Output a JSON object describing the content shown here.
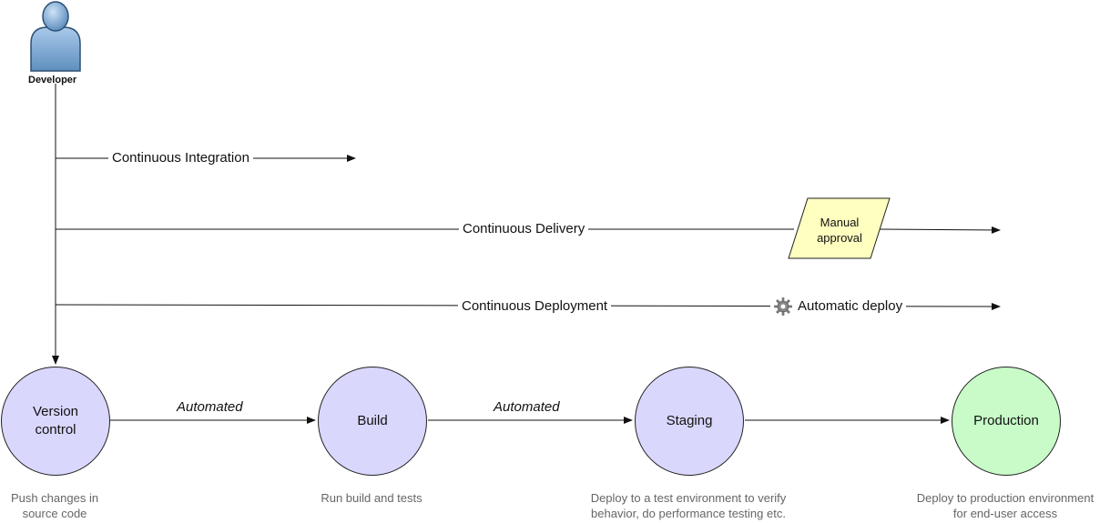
{
  "actor": {
    "label": "Developer",
    "icon": "person-icon"
  },
  "flows": {
    "integration": "Continuous Integration",
    "delivery": "Continuous Delivery",
    "deployment": "Continuous Deployment"
  },
  "manual_approval": {
    "line1": "Manual",
    "line2": "approval",
    "color": "#ffffc0"
  },
  "automatic_deploy": {
    "label": "Automatic deploy",
    "icon": "gear-icon"
  },
  "edges": {
    "automated_1": "Automated",
    "automated_2": "Automated"
  },
  "stages": [
    {
      "line1": "Version",
      "line2": "control",
      "desc1": "Push changes in",
      "desc2": "source code",
      "color": "#d9d7fc"
    },
    {
      "line1": "Build",
      "line2": "",
      "desc1": "Run build and tests",
      "desc2": "",
      "color": "#d9d7fc"
    },
    {
      "line1": "Staging",
      "line2": "",
      "desc1": "Deploy to a test environment to verify",
      "desc2": "behavior, do performance testing etc.",
      "color": "#d9d7fc"
    },
    {
      "line1": "Production",
      "line2": "",
      "desc1": "Deploy to production environment",
      "desc2": "for end-user access",
      "color": "#c8fbc8"
    }
  ]
}
